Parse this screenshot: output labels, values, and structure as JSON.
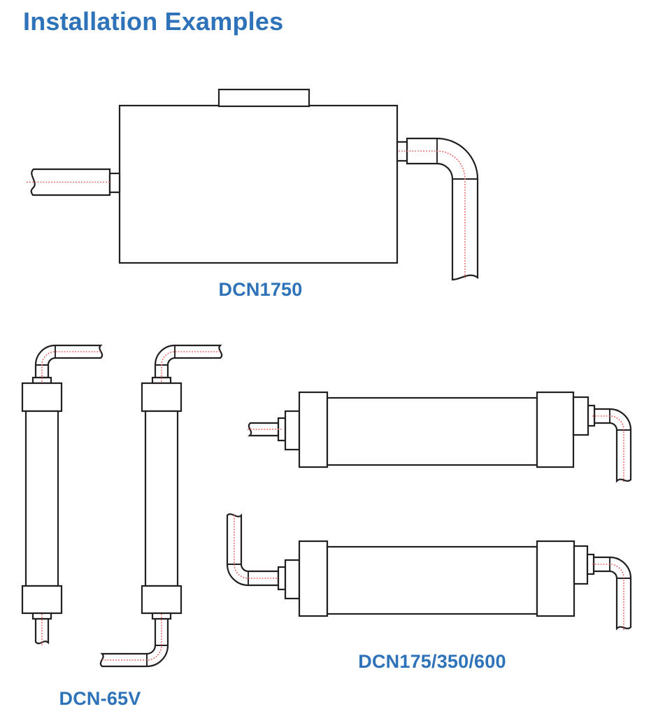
{
  "page": {
    "title": "Installation Examples"
  },
  "colors": {
    "accent": "#2e72b9",
    "line": "#231f20",
    "centerline": "#e96262",
    "background": "#ffffff"
  },
  "diagrams": [
    {
      "id": "dcn1750",
      "label": "DCN1750"
    },
    {
      "id": "dcn-65v",
      "label": "DCN-65V"
    },
    {
      "id": "dcn175-350-600",
      "label": "DCN175/350/600"
    }
  ]
}
